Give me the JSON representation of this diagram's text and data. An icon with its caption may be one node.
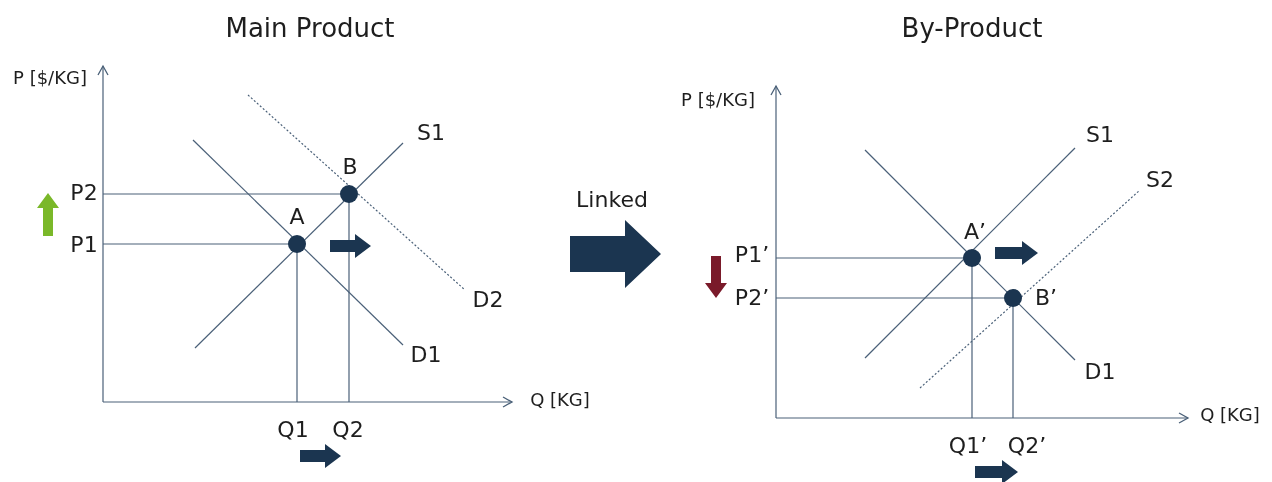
{
  "diagram": {
    "labels": [
      "Main Product",
      "By-Product",
      "P [$/KG]",
      "P [$/KG]",
      "S1",
      "S1",
      "B",
      "S2",
      "P2",
      "Linked",
      "A",
      "P1",
      "A’",
      "P1’",
      "D2",
      "P2’",
      "B’",
      "D1",
      "D1",
      "Q [KG]",
      "Q [KG]",
      "Q1",
      "Q2",
      "Q1’",
      "Q2’"
    ]
  }
}
